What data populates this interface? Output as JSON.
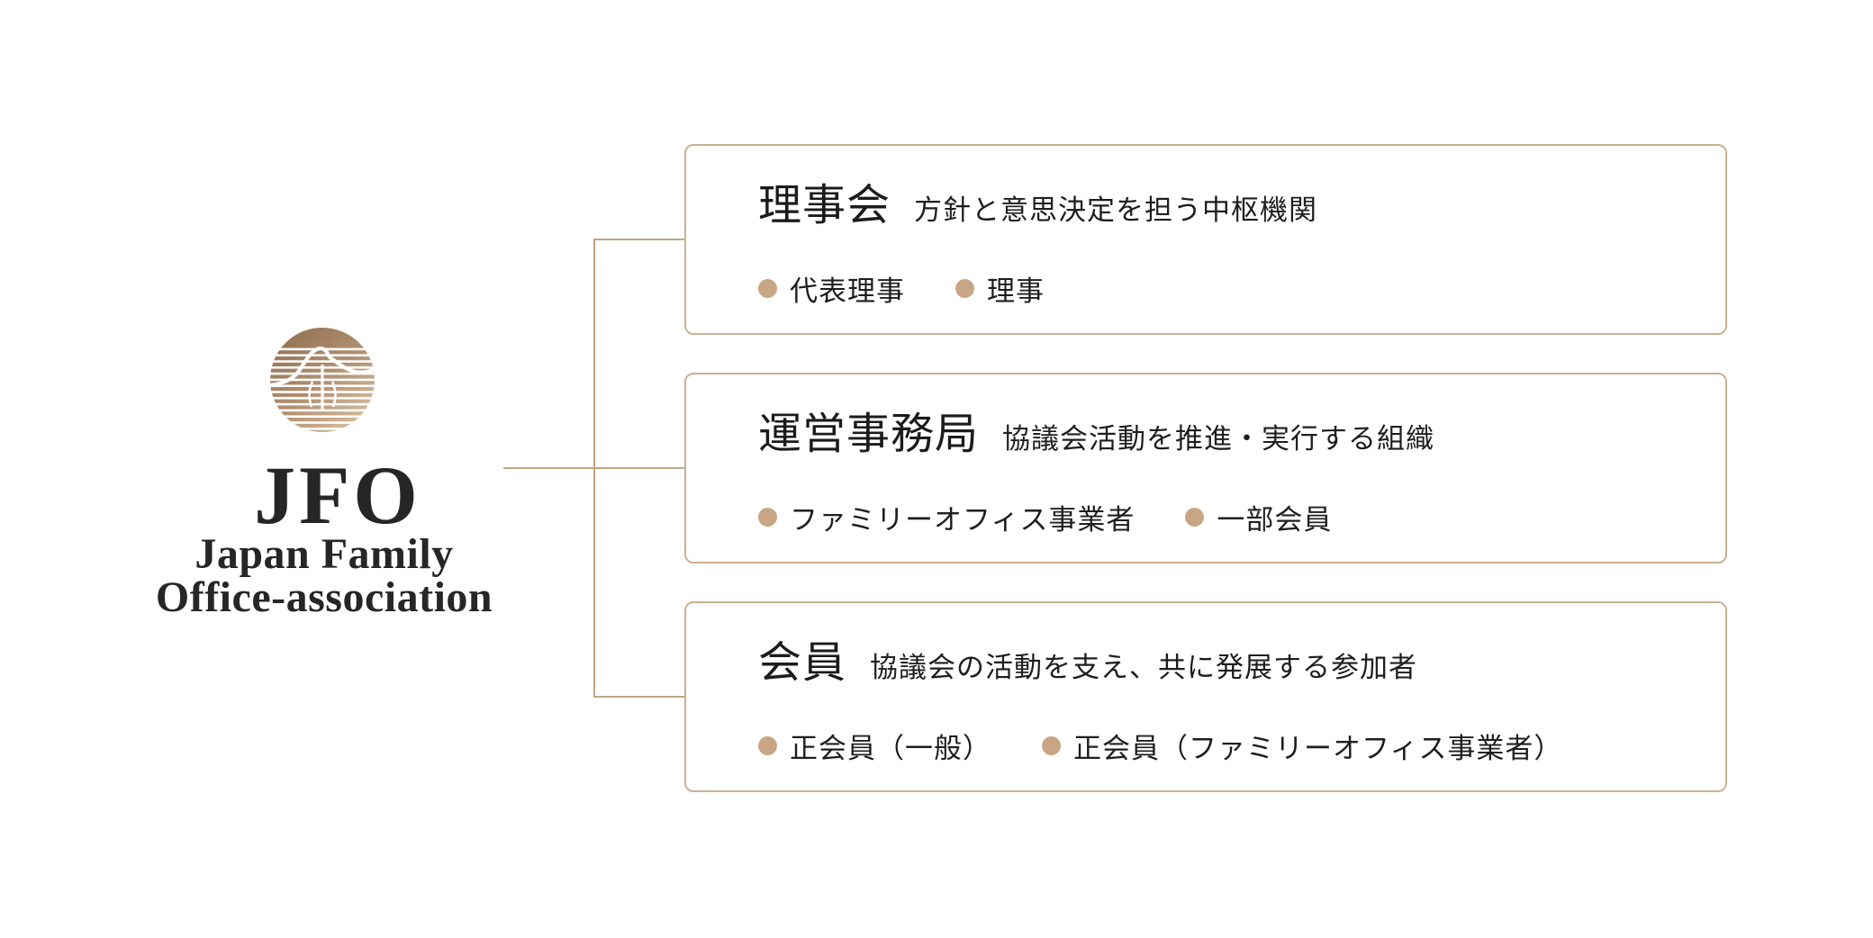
{
  "logo": {
    "acronym": "JFO",
    "name_line1": "Japan Family",
    "name_line2": "Office-association",
    "mark_icon": "striped-mountain-circle"
  },
  "colors": {
    "card_border": "#CBB091",
    "connector_line": "#C2A585",
    "bullet_dot": "#C8A584",
    "text": "#1E1E1E",
    "background": "#FFFFFF",
    "logo_gradient_start": "#8B6C4D",
    "logo_gradient_end": "#D8C0A0"
  },
  "org_chart": {
    "nodes": [
      {
        "title": "理事会",
        "description": "方針と意思決定を担う中枢機関",
        "members": [
          "代表理事",
          "理事"
        ]
      },
      {
        "title": "運営事務局",
        "description": "協議会活動を推進・実行する組織",
        "members": [
          "ファミリーオフィス事業者",
          "一部会員"
        ]
      },
      {
        "title": "会員",
        "description": "協議会の活動を支え、共に発展する参加者",
        "members": [
          "正会員（一般）",
          "正会員（ファミリーオフィス事業者）"
        ]
      }
    ]
  }
}
